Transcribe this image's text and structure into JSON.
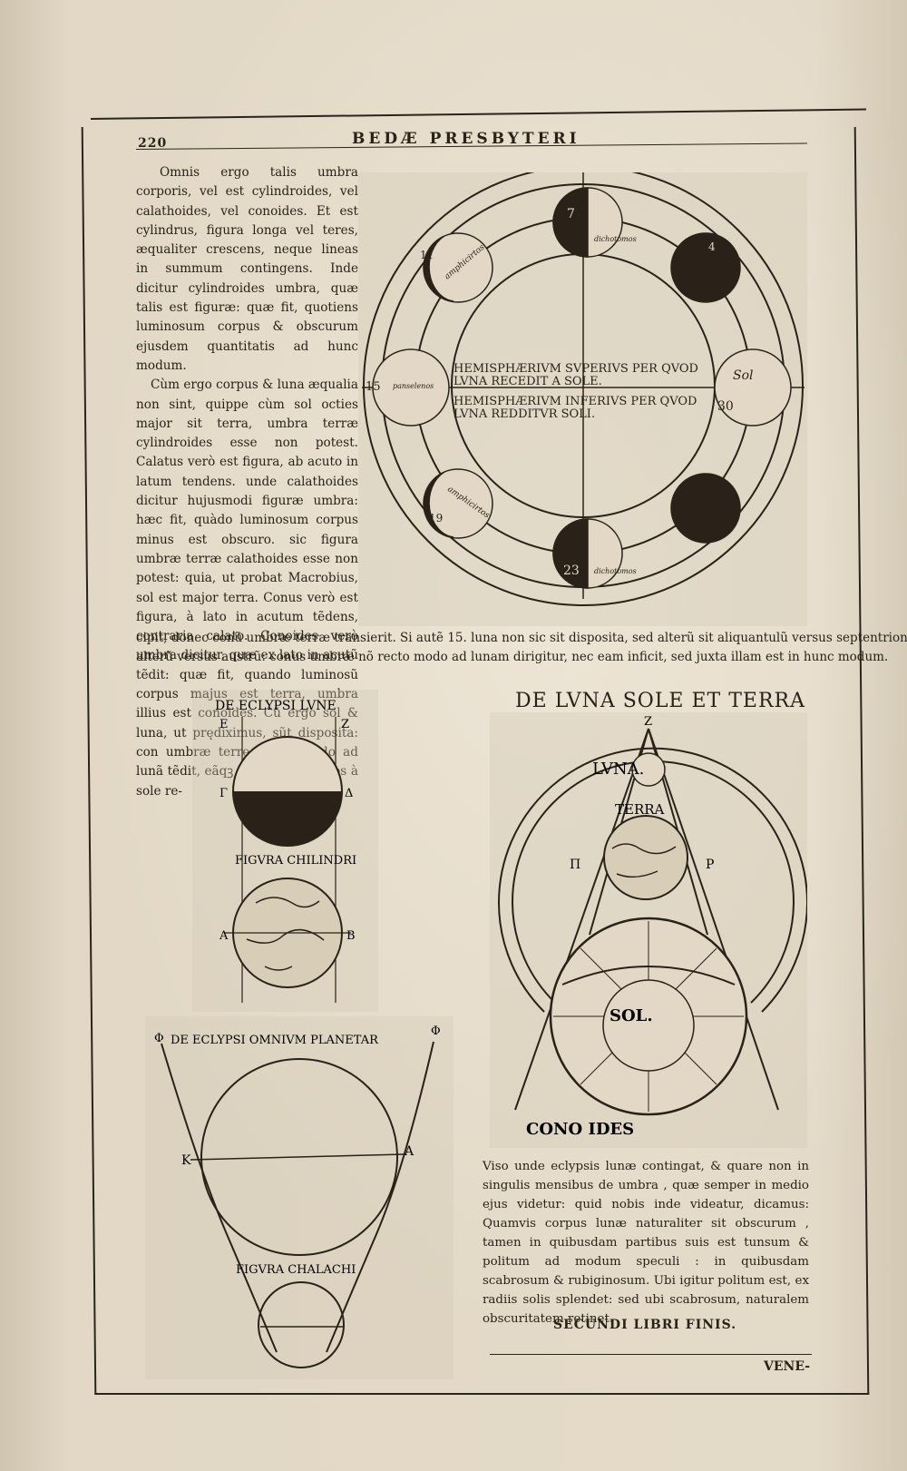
{
  "header": {
    "page_number": "220",
    "running_head": "BEDÆ PRESBYTERI"
  },
  "column_text": [
    "Omnis ergo talis umbra corporis, vel est cylindroides, vel calathoides, vel conoides. Et est cylindrus, figura longa vel teres, æqualiter crescens, neque lineas in summum contingens. Inde dicitur cylindroides umbra, quæ talis est figuræ: quæ fit, quotiens luminosum corpus & obscurum ejusdem quantitatis ad hunc modum.",
    "Cùm ergo corpus & luna æqualia non sint, quippe cùm sol octies major sit terra, umbra terræ cylindroides esse non potest. Calatus verò est figura, ab acuto in latum tendens. unde calathoides dicitur hujusmodi figuræ umbra: hæc fit, quàdo luminosum corpus minus est obscuro. sic figura umbræ terræ calathoides esse non potest: quia, ut probat Macrobius, sol est major terra. Conus verò est figura, à lato in acutum tẽdens, contraria calato. Conoides verò umbra dicitur, quæ ex lato in acutũ tẽdit: quæ fit, quando luminosũ corpus majus est terra, umbra illius est conoides. Cũ ergo sol & luna, ut prędiximus, sũt disposita: con umbræ terrę, recto modo ad lunã tẽdit, eãqꝫ inficit, nec radios à sole re-"
  ],
  "full_width_lines": [
    "cipit, donec conũ umbræ terræ transierit. Si autẽ 15. luna non sic sit disposita, sed alterũ sit aliquantulũ versus septentrione,",
    "alterũ versus austrũ: conus umbræ nõ recto modo ad lunam dirigitur, nec eam inficit, sed juxta illam est in hunc modum."
  ],
  "figure_phases": {
    "upper_hemisphere": "HEMISPHÆRIVM SVPERIVS PER QVOD",
    "upper_hemisphere_2": "LVNA RECEDIT A SOLE.",
    "lower_hemisphere": "HEMISPHÆRIVM INFERIVS PER QVOD",
    "lower_hemisphere_2": "LVNA REDDITVR SOLI.",
    "sol": "Sol",
    "n30": "30",
    "n15": "15",
    "n7": "7",
    "n11": "11",
    "n19": "19",
    "n23": "23",
    "n4": "4",
    "dichotomos_top": "dichotomos",
    "dichotomos_bottom": "dichotomos",
    "amphicirtos_top": "amphicirtos",
    "amphicirtos_bottom": "amphicirtos",
    "panselenos": "panselenos"
  },
  "figure_lunar_eclipse": {
    "title": "DE ECLYPSI LVNE",
    "caption": "FIGVRA CHILINDRI",
    "label_E": "E",
    "label_Z": "Z",
    "label_G": "Γ",
    "label_D": "Δ",
    "label_A": "A",
    "label_B": "B"
  },
  "figure_planets": {
    "title": "DE ECLYPSI OMNIVM PLANETAR",
    "caption": "FIGVRA CHALACHI",
    "label_K": "K",
    "label_A": "A",
    "label_phi_left": "Φ",
    "label_phi_right": "Φ"
  },
  "figure_cone": {
    "title": "DE LVNA SOLE ET TERRA",
    "label_top": "Z",
    "luna": "LVNA.",
    "terra": "TERRA",
    "label_pi": "Π",
    "label_p": "P",
    "sol": "SOL.",
    "conoides": "CONO   IDES"
  },
  "bottom_text": "Viso unde eclypsis lunæ contingat, & quare non in singulis mensibus de umbra , quæ semper in medio ejus videtur: quid nobis inde videatur, dicamus: Quamvis corpus lunæ naturaliter sit obscurum , tamen in quibusdam partibus suis est tunsum & politum ad modum speculi : in quibusdam scabrosum & rubiginosum. Ubi igitur politum est, ex radiis solis splendet: sed ubi scabrosum, naturalem obscuritatem retinet.",
  "finis": "SECUNDI LIBRI FINIS.",
  "catchword": "VENE-",
  "colors": {
    "ink": "#2a2218",
    "paper": "#e2d8c5"
  }
}
